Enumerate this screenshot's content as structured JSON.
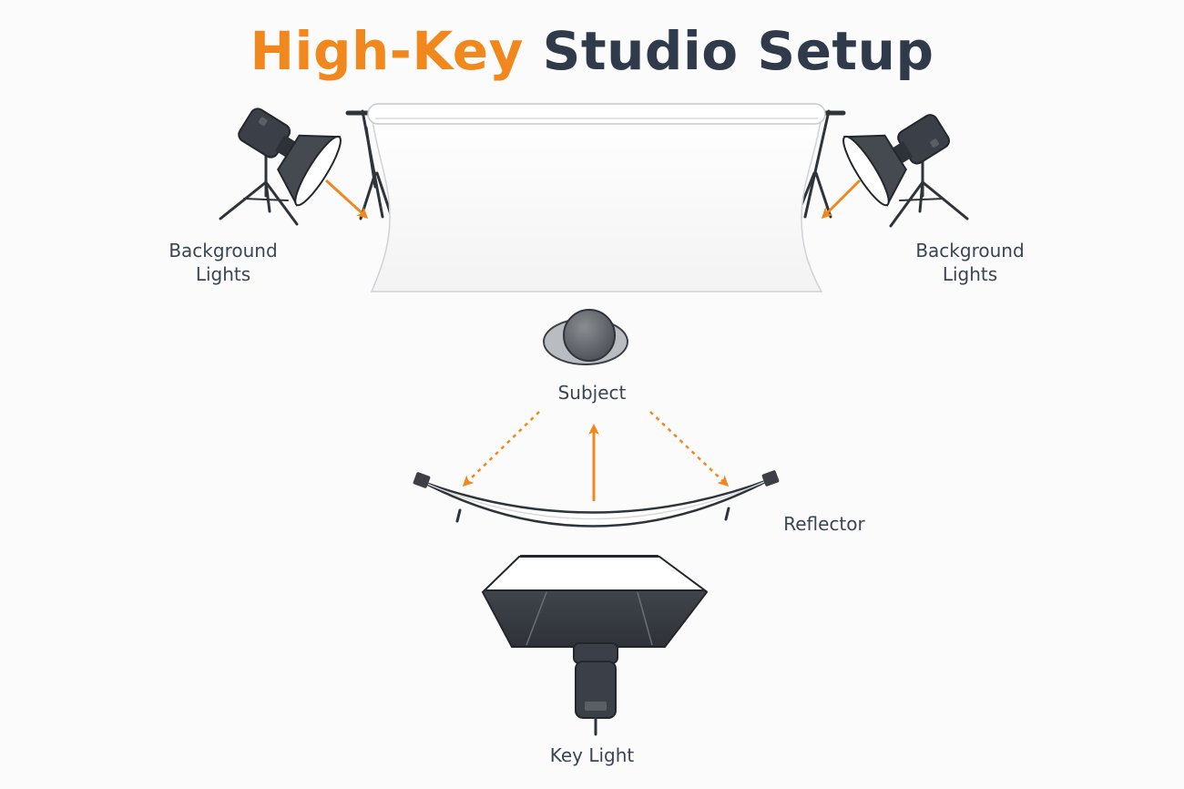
{
  "title": {
    "highlight": "High-Key",
    "rest": "Studio Setup"
  },
  "colors": {
    "accent": "#f0881e",
    "dark": "#2f3b4a",
    "equipment": "#3b4048",
    "text": "#3a4554"
  },
  "labels": {
    "bg_left": [
      "Background",
      "Lights"
    ],
    "bg_right": [
      "Background",
      "Lights"
    ],
    "subject": "Subject",
    "reflector": "Reflector",
    "key_light": "Key Light"
  },
  "icons": [
    "strobe-light-icon",
    "light-stand-icon",
    "backdrop-icon",
    "subject-head-icon",
    "reflector-icon",
    "softbox-icon",
    "arrow-icon"
  ]
}
